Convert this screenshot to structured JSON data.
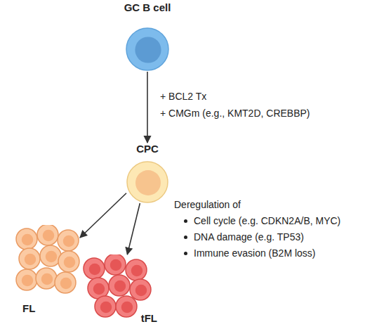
{
  "diagram": {
    "nodes": [
      {
        "text": [
          "GC B cell"
        ]
      },
      {
        "text": [
          "CPC"
        ]
      },
      {
        "text": [
          "FL"
        ]
      },
      {
        "text": [
          "tFL"
        ]
      }
    ],
    "edges": [
      {
        "from": 0,
        "to": 1,
        "arrow": "to"
      },
      {
        "from": 1,
        "to": 2,
        "arrow": "to"
      },
      {
        "from": 1,
        "to": 3,
        "arrow": "to"
      }
    ],
    "labels": [
      "+ BCL2 Tx",
      "+ CMGm (e.g., KMT2D, CREBBP)",
      "Deregulation of",
      "Cell cycle (e.g. CDKN2A/B, MYC)",
      "DNA damage (e.g. TP53)",
      "Immune evasion (B2M loss)"
    ]
  }
}
